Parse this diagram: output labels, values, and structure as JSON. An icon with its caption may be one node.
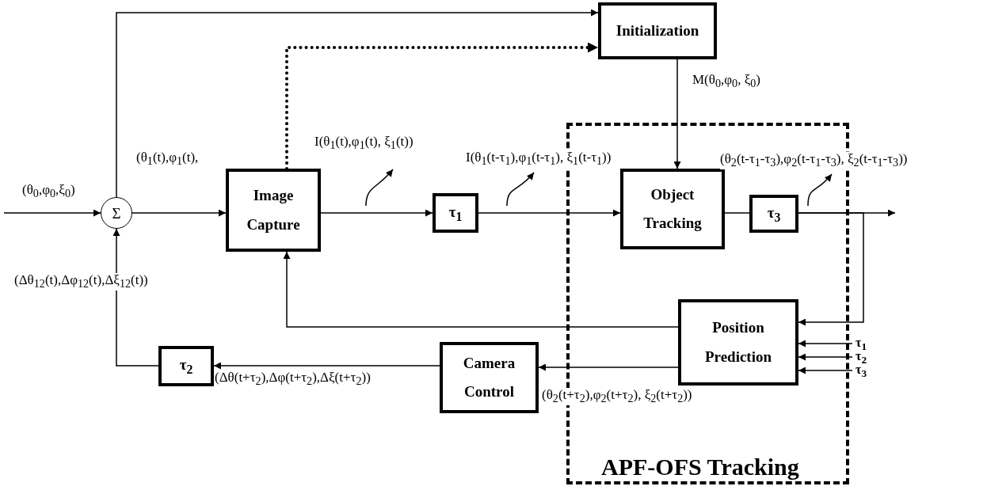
{
  "diagram": {
    "nodes": [
      {
        "text": [
          "Σ"
        ]
      },
      {
        "text": [
          "Initialization"
        ]
      },
      {
        "text": [
          "APF-OFS Tracking"
        ]
      },
      {
        "text": [
          "Image Capture"
        ]
      },
      {
        "text": [
          "τ$_{1}$"
        ]
      },
      {
        "text": [
          "Object Tracking"
        ],
        "in": 2
      },
      {
        "text": [
          "τ$_{3}$"
        ],
        "in": 2
      },
      {
        "text": [
          "Position Prediction"
        ],
        "in": 2
      },
      {
        "text": [
          "Camera Control"
        ]
      },
      {
        "text": [
          "τ$_{2}$"
        ]
      }
    ],
    "edges": [
      {
        "from": null,
        "to": 0,
        "arrow": "to",
        "label": "(θ$_{0}$,φ$_{0}$,ξ$_{0}$)"
      },
      {
        "from": 0,
        "to": 3,
        "arrow": "to",
        "label": "(θ$_{1}$(t),φ$_{1}$(t),"
      },
      {
        "from": 0,
        "to": 1,
        "arrow": "to"
      },
      {
        "from": 3,
        "to": 1,
        "arrow": "to",
        "style": "dashed"
      },
      {
        "from": 3,
        "to": 4,
        "arrow": "to",
        "label": "I(θ$_{1}$(t),φ$_{1}$(t), ξ$_{1}$(t))"
      },
      {
        "from": 4,
        "to": 5,
        "arrow": "to",
        "label": "I(θ$_{1}$(t-τ$_{1}$),φ$_{1}$(t-τ$_{1}$), ξ$_{1}$(t-τ$_{1}$))"
      },
      {
        "from": 1,
        "to": 5,
        "arrow": "to",
        "label": "M(θ$_{0}$,φ$_{0}$, ξ$_{0}$)"
      },
      {
        "from": 5,
        "to": 6,
        "arrow": "none"
      },
      {
        "from": 6,
        "to": null,
        "arrow": "to",
        "label": "(θ$_{2}$(t-τ$_{1}$-τ$_{3}$),φ$_{2}$(t-τ$_{1}$-τ$_{3}$), ξ$_{2}$(t-τ$_{1}$-τ$_{3}$))"
      },
      {
        "from": 6,
        "to": 7,
        "arrow": "to"
      },
      {
        "from": null,
        "to": 7,
        "arrow": "to",
        "label": "τ$_{1}$"
      },
      {
        "from": null,
        "to": 7,
        "arrow": "to",
        "label": "τ$_{2}$"
      },
      {
        "from": null,
        "to": 7,
        "arrow": "to",
        "label": "τ$_{3}$"
      },
      {
        "from": 7,
        "to": 3,
        "arrow": "to"
      },
      {
        "from": 7,
        "to": 8,
        "arrow": "to",
        "label": "(θ$_{2}$(t+τ$_{2}$),φ$_{2}$(t+τ$_{2}$), ξ$_{2}$(t+τ$_{2}$))"
      },
      {
        "from": 8,
        "to": 9,
        "arrow": "to",
        "label": "(Δθ(t+τ$_{2}$),Δφ(t+τ$_{2}$),Δξ(t+τ$_{2}$))"
      },
      {
        "from": 9,
        "to": 0,
        "arrow": "to",
        "label": "(Δθ$_{12}$(t),Δφ$_{12}$(t),Δξ$_{12}$(t))"
      }
    ]
  }
}
